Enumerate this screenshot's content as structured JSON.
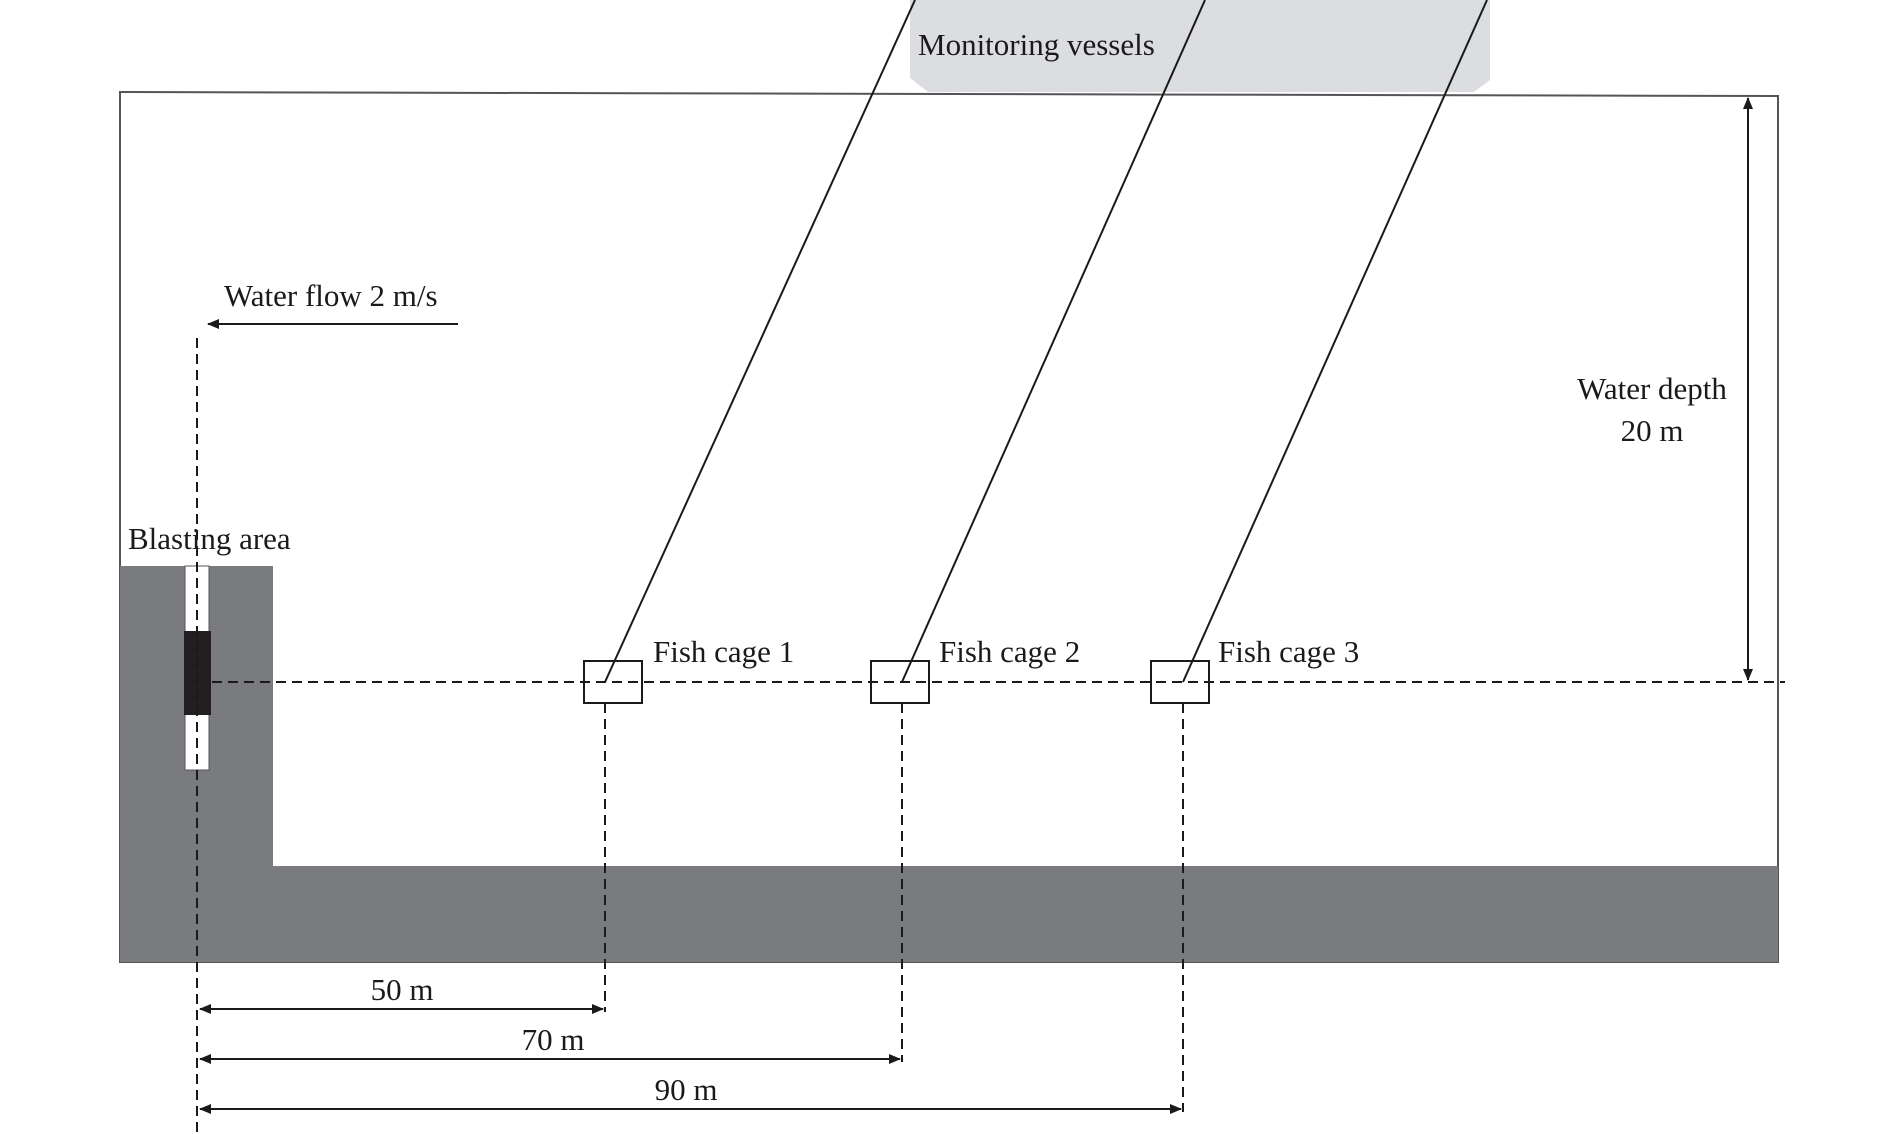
{
  "labels": {
    "monitoring_vessels": "Monitoring vessels",
    "water_flow": "Water flow 2 m/s",
    "water_depth_line1": "Water depth",
    "water_depth_line2": "20 m",
    "blasting_area": "Blasting area",
    "fish_cage_1": "Fish cage 1",
    "fish_cage_2": "Fish cage 2",
    "fish_cage_3": "Fish cage 3",
    "distance_1": "50 m",
    "distance_2": "70 m",
    "distance_3": "90 m"
  },
  "colors": {
    "seabed": "#7a7b7f",
    "vessel": "#dcdde0",
    "charge": "#231f20",
    "line": "#1a1a1a"
  }
}
